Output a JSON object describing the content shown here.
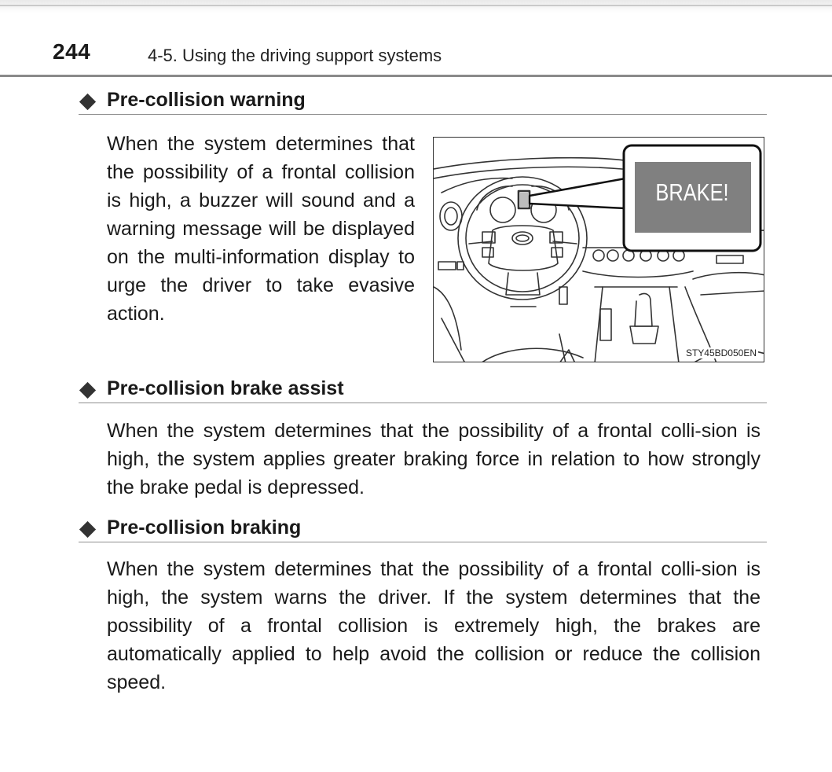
{
  "header": {
    "page_number": "244",
    "chapter_title": "4-5. Using the driving support systems"
  },
  "sections": [
    {
      "icon": "diamond-icon",
      "heading": "Pre-collision warning",
      "body": "When the system determines that the possibility of a frontal collision is high, a buzzer will sound and a warning message will be displayed on the multi-information display to urge the driver to take evasive action."
    },
    {
      "icon": "diamond-icon",
      "heading": "Pre-collision brake assist",
      "body": "When the system determines that the possibility of a frontal colli-sion is high, the system applies greater braking force in relation to how strongly the brake pedal is depressed."
    },
    {
      "icon": "diamond-icon",
      "heading": "Pre-collision braking",
      "body": "When the system determines that the possibility of a frontal colli-sion is high, the system warns the driver. If the system determines that the possibility of a frontal collision is extremely high, the brakes are automatically applied to help avoid the collision or reduce the collision speed."
    }
  ],
  "figure": {
    "display_message": "BRAKE!",
    "caption": "STY45BD050EN",
    "display_color": "#808080"
  }
}
